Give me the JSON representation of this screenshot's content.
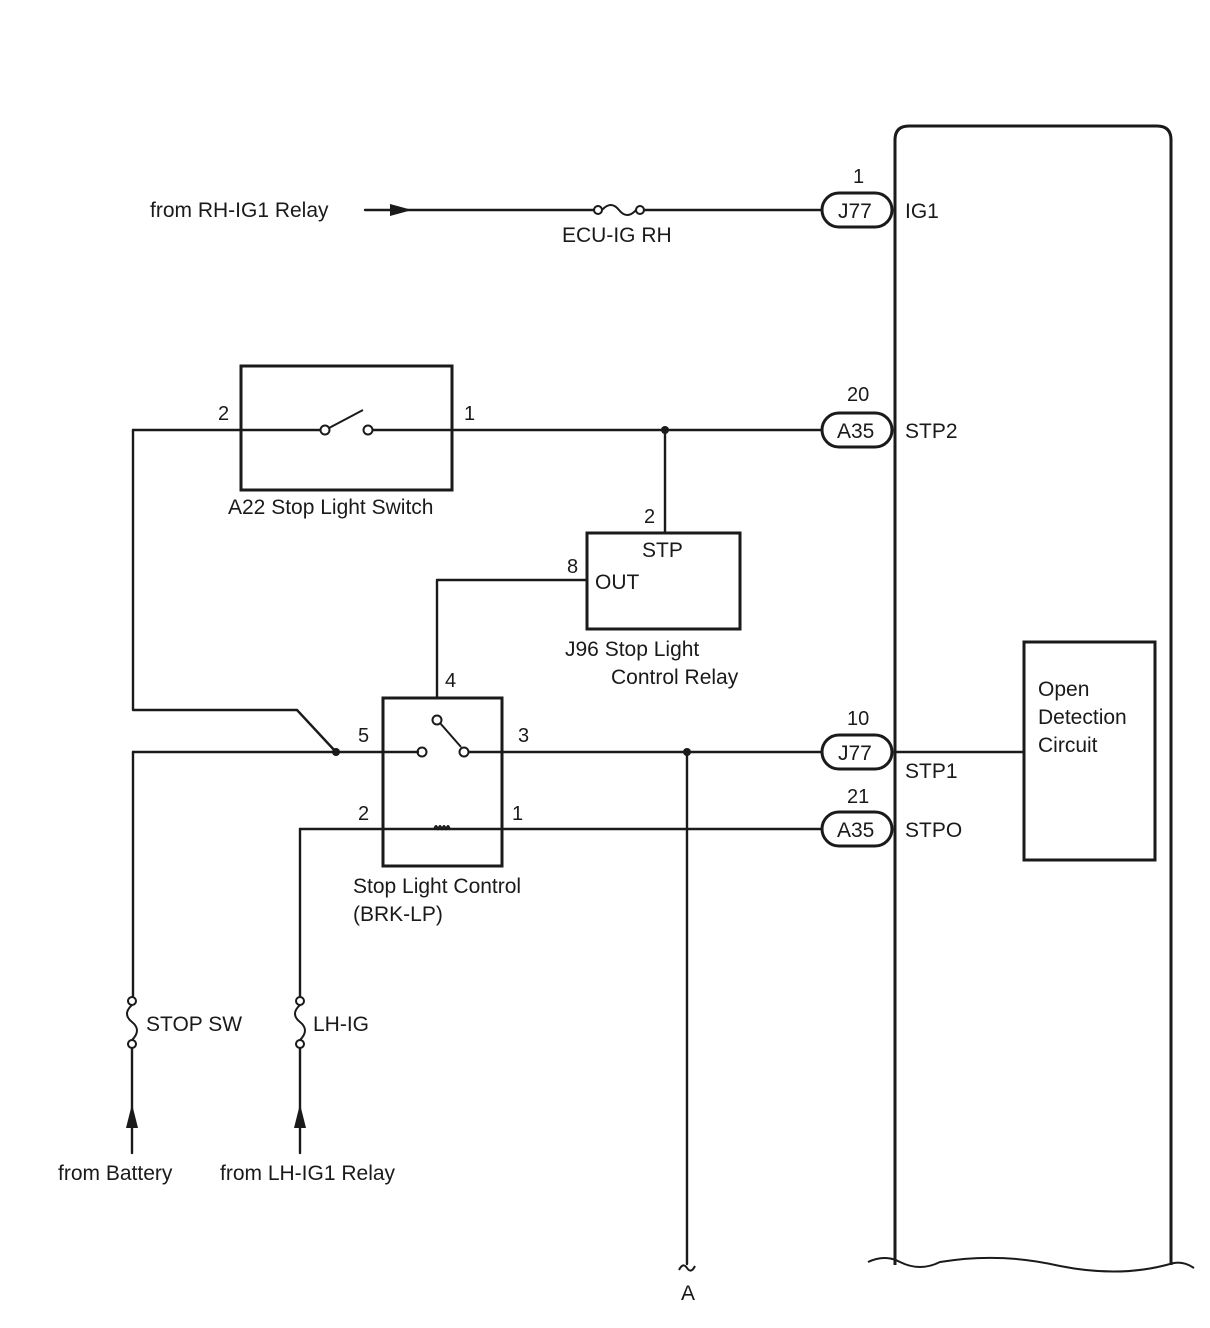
{
  "ecu": {
    "pins": {
      "ig1": {
        "number": "1",
        "connector": "J77",
        "name": "IG1"
      },
      "stp2": {
        "number": "20",
        "connector": "A35",
        "name": "STP2"
      },
      "stp1": {
        "number": "10",
        "connector": "J77",
        "name": "STP1"
      },
      "stpo": {
        "number": "21",
        "connector": "A35",
        "name": "STPO"
      }
    },
    "open_detection": {
      "line1": "Open",
      "line2": "Detection",
      "line3": "Circuit"
    }
  },
  "sources": {
    "rh_ig1": "from RH-IG1 Relay",
    "battery": "from Battery",
    "lh_ig1": "from LH-IG1 Relay"
  },
  "fuses": {
    "ecu_ig_rh": "ECU-IG RH",
    "stop_sw": "STOP SW",
    "lh_ig": "LH-IG"
  },
  "stop_light_switch": {
    "label": "A22  Stop Light Switch",
    "pin_left": "2",
    "pin_right": "1"
  },
  "stop_light_control_relay": {
    "label_line1": "J96  Stop Light",
    "label_line2": "Control Relay",
    "pin_stp_number": "2",
    "pin_stp_name": "STP",
    "pin_out_number": "8",
    "pin_out_name": "OUT"
  },
  "brk_lp_relay": {
    "label_line1": "Stop Light Control",
    "label_line2": "(BRK-LP)",
    "pin_4": "4",
    "pin_5": "5",
    "pin_3": "3",
    "pin_2": "2",
    "pin_1": "1"
  },
  "continuation": "A"
}
